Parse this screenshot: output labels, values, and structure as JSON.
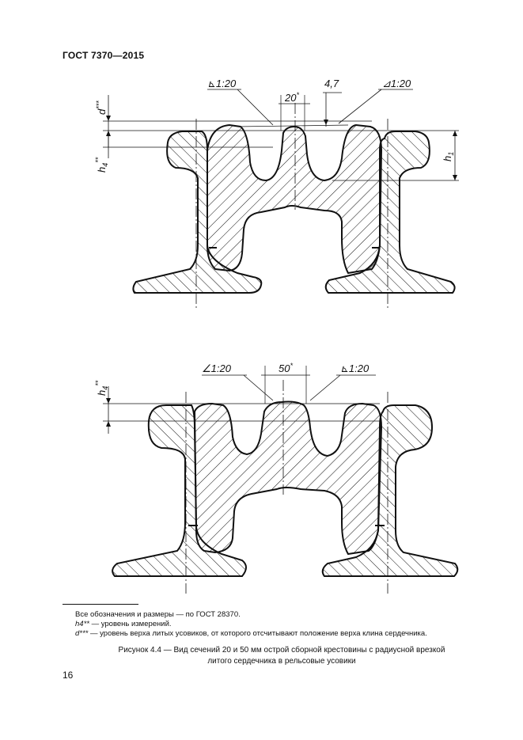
{
  "header": {
    "standard": "ГОСТ 7370—2015"
  },
  "figure_top": {
    "slope_left": "1:20",
    "width_label": "20",
    "width_mark": "*",
    "offset_label": "4,7",
    "slope_right": "1:20",
    "d_label": "d",
    "d_mark": "***",
    "h4_label": "h",
    "h4_sub": "4",
    "h4_mark": "**",
    "h1_label": "h",
    "h1_sub": "1"
  },
  "figure_bottom": {
    "slope_left": "1:20",
    "width_label": "50",
    "width_mark": "*",
    "slope_right": "1:20",
    "h4_label": "h",
    "h4_sub": "4",
    "h4_mark": "**"
  },
  "footnotes": {
    "line1": "Все обозначения и размеры — по ГОСТ 28370.",
    "line2_sym": "h4**",
    "line2_text": " — уровень измерений.",
    "line3_sym": "d***",
    "line3_text": " — уровень верха литых усовиков, от которого отсчитывают положение верха клина сердечника."
  },
  "caption": {
    "line1": "Рисунок 4.4 — Вид сечений 20 и 50 мм острой сборной крестовины с радиусной врезкой",
    "line2": "литого сердечника в рельсовые усовики"
  },
  "page_number": "16"
}
